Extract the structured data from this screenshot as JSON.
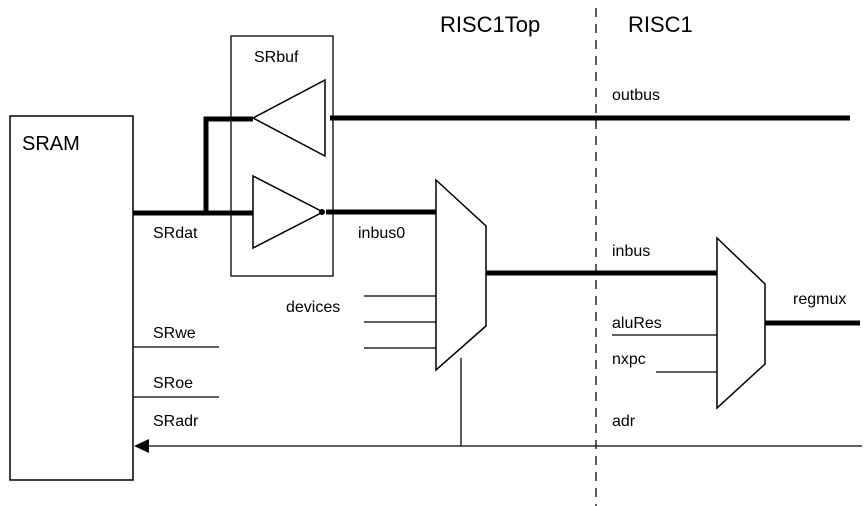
{
  "diagram": {
    "sections": {
      "left": "RISC1Top",
      "right": "RISC1"
    },
    "blocks": {
      "memory": "SRAM",
      "buffer": "SRbuf"
    },
    "signals": {
      "srdat": "SRdat",
      "srwe": "SRwe",
      "sroe": "SRoe",
      "sradr": "SRadr",
      "outbus": "outbus",
      "inbus0": "inbus0",
      "devices": "devices",
      "inbus": "inbus",
      "alures": "aluRes",
      "nxpc": "nxpc",
      "adr": "adr",
      "regmux": "regmux"
    }
  }
}
